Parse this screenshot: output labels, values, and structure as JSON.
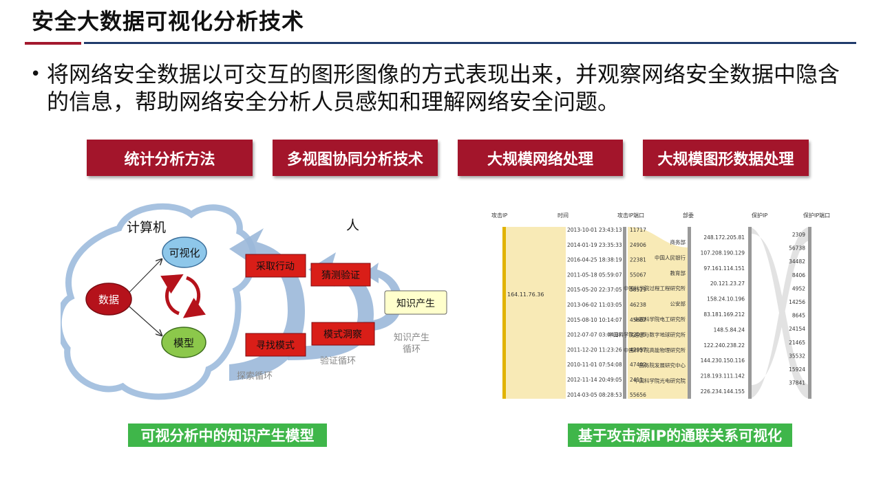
{
  "slide": {
    "title": "安全大数据可视化分析技术",
    "bullet": "将网络安全数据以可交互的图形图像的方式表现出来，并观察网络安全数据中隐含的信息，帮助网络安全分析人员感知和理解网络安全问题。"
  },
  "techniques": [
    "统计分析方法",
    "多视图协同分析技术",
    "大规模网络处理",
    "大规模图形数据处理"
  ],
  "knowledge_model": {
    "computer_label": "计算机",
    "human_label": "人",
    "data_node": "数据",
    "visualization_node": "可视化",
    "model_node": "模型",
    "take_action": "采取行动",
    "hypothesis": "猜测验证",
    "find_pattern": "寻找模式",
    "insight": "模式洞察",
    "knowledge": "知识产生",
    "loop_explore": "探索循环",
    "loop_verify": "验证循环",
    "loop_knowledge_1": "知识产生",
    "loop_knowledge_2": "循环",
    "caption": "可视分析中的知识产生模型"
  },
  "ip_viz": {
    "headers": [
      "攻击IP",
      "时间",
      "攻击IP端口",
      "部委",
      "保护IP",
      "保护IP端口"
    ],
    "source_ip": "164.11.76.36",
    "times": [
      "2013-10-01 23:43:13",
      "2014-01-19 23:35:33",
      "2016-04-25 18:38:19",
      "2011-05-18 05:59:07",
      "2015-05-20 22:37:05",
      "2013-06-02 11:03:05",
      "2015-08-10 10:14:07",
      "2012-07-07 03:04:37",
      "2011-12-20 11:23:26",
      "2010-11-01 07:54:08",
      "2012-11-14 20:49:05",
      "2014-03-05 08:28:53"
    ],
    "ports": [
      "11717",
      "24906",
      "22381",
      "55067",
      "58529",
      "46238",
      "45607",
      "32035",
      "42957",
      "47402",
      "2411",
      "55656"
    ],
    "departments": [
      "商务部",
      "中国人民银行",
      "教育部",
      "中国科学院过程工程研究所",
      "公安部",
      "中国科学院电工研究所",
      "中国科学院遥感与数字地球研究所",
      "中国科学院高能物理研究所",
      "国务院发展研究中心",
      "中国科学院光电研究院"
    ],
    "protect_ips": [
      "248.172.205.81",
      "107.208.190.129",
      "97.161.114.151",
      "20.121.23.27",
      "158.24.10.196",
      "83.181.169.212",
      "148.5.84.24",
      "122.240.238.22",
      "144.230.150.116",
      "218.193.111.142",
      "226.234.144.155"
    ],
    "protect_ports": [
      "2309",
      "56738",
      "34482",
      "8406",
      "4952",
      "14256",
      "8645",
      "24154",
      "21465",
      "35532",
      "15924",
      "37841"
    ],
    "caption": "基于攻击源IP的通联关系可视化"
  },
  "colors": {
    "brand_red": "#a3152b",
    "caption_green": "#3fb64a",
    "rule_blue": "#1f3a6b",
    "arrow_blue": "#9bb8d9",
    "node_red": "#b5121b",
    "node_blue": "#8ec7ea",
    "node_green": "#8cc84b",
    "knowledge_yellow": "#ffffcc",
    "flow_yellow": "#f3d97a"
  }
}
